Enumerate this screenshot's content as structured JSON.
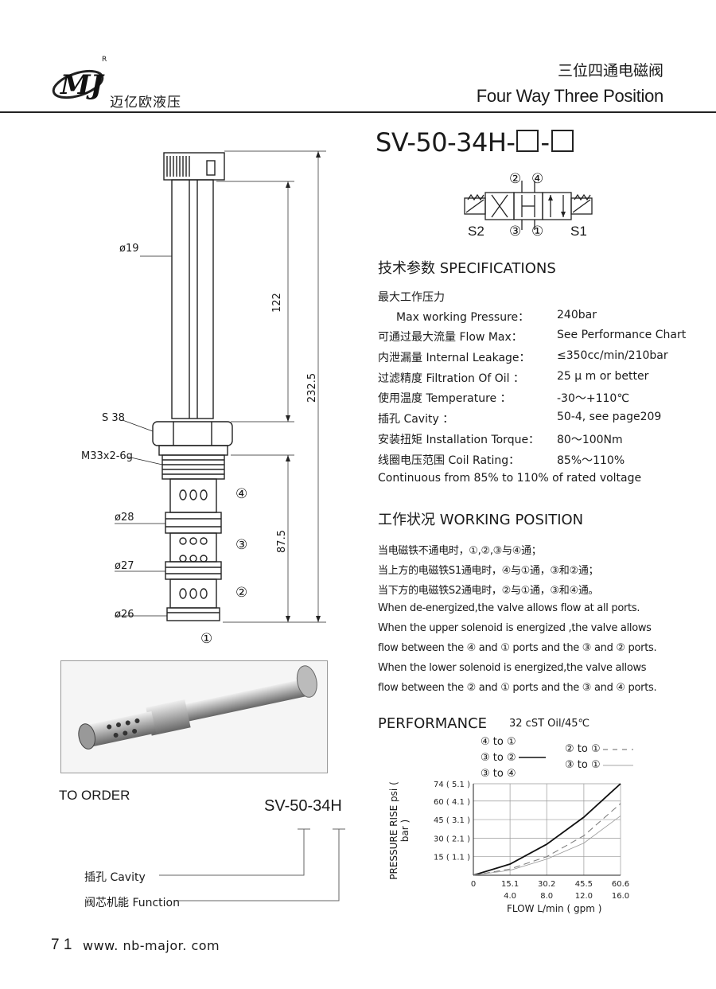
{
  "header": {
    "logo_mark": "MJ",
    "logo_registered": "R",
    "company": "迈亿欧液压",
    "title_cn": "三位四通电磁阀",
    "title_en": "Four Way Three Position"
  },
  "model": {
    "prefix": "SV-50-34H-",
    "sep": "-"
  },
  "symbol": {
    "port2": "②",
    "port4": "④",
    "port3": "③",
    "port1": "①",
    "s2": "S2",
    "s1": "S1"
  },
  "specifications": {
    "title": "技术参数 SPECIFICATIONS",
    "rows": [
      {
        "label": "最大工作压力",
        "value": ""
      },
      {
        "label": "Max working Pressure：",
        "value": "240bar"
      },
      {
        "label": "可通过最大流量 Flow Max：",
        "value": "See Performance Chart"
      },
      {
        "label": "内泄漏量 Internal Leakage：",
        "value": "≤350cc/min/210bar"
      },
      {
        "label": "过滤精度 Filtration Of Oil ：",
        "value": "25 μ m or better"
      },
      {
        "label": "使用温度 Temperature ：",
        "value": "-30～+110℃"
      },
      {
        "label": "插孔 Cavity ：",
        "value": "50-4, see page209"
      },
      {
        "label": "安装扭矩 Installation Torque：",
        "value": "80～100Nm"
      },
      {
        "label": "线圈电压范围 Coil Rating：",
        "value": "85%～110%"
      },
      {
        "label": "Continuous from 85% to 110% of rated voltage",
        "value": ""
      }
    ]
  },
  "working_position": {
    "title": "工作状况 WORKING POSITION",
    "lines": [
      "当电磁铁不通电时，①,②,③与④通；",
      "当上方的电磁铁S1通电时，④与①通，③和②通；",
      "当下方的电磁铁S2通电时，②与①通，③和④通。",
      "When de-energized,the valve allows flow at all ports.",
      "When the upper solenoid is energized ,the valve allows",
      "flow between the ④ and ① ports and the ③ and ② ports.",
      "When the lower solenoid is energized,the valve allows",
      "flow between the ② and ① ports and the ③ and ④ ports."
    ]
  },
  "drawing": {
    "d19": "ø19",
    "s38": "S 38",
    "thread": "M33x2-6g",
    "d28": "ø28",
    "d27": "ø27",
    "d26": "ø26",
    "dim122": "122",
    "dim2325": "232.5",
    "dim875": "87.5",
    "p4": "④",
    "p3": "③",
    "p2": "②",
    "p1": "①"
  },
  "order": {
    "title": "TO ORDER",
    "code": "SV-50-34H",
    "cavity": "插孔 Cavity",
    "function": "阀芯机能  Function"
  },
  "performance": {
    "title": "PERFORMANCE",
    "condition": "32 cST Oil/45℃",
    "legend_a": [
      "④ to ①",
      "③ to ②",
      "③ to ④"
    ],
    "legend_b": [
      "② to ①",
      "③ to ①"
    ]
  },
  "chart_data": {
    "type": "line",
    "xlabel": "FLOW L/min ( gpm )",
    "ylabel": "PRESSURE RISE psi ( bar )",
    "x_ticks": [
      "0",
      "15.1",
      "30.2",
      "45.5",
      "60.6"
    ],
    "x_ticks_gpm": [
      "4.0",
      "8.0",
      "12.0",
      "16.0"
    ],
    "y_ticks": [
      "15 ( 1.1 )",
      "30 ( 2.1 )",
      "45 ( 3.1 )",
      "60 ( 4.1 )",
      "74 ( 5.1 )"
    ],
    "xlim": [
      0,
      60.6
    ],
    "ylim": [
      0,
      74
    ],
    "grid": true,
    "series": [
      {
        "name": "④ to ①",
        "style": "solid",
        "x": [
          0,
          15.1,
          30.2,
          45.5,
          60.6
        ],
        "y": [
          0,
          9,
          25,
          47,
          74
        ]
      },
      {
        "name": "② to ①",
        "style": "dashed",
        "x": [
          0,
          15.1,
          30.2,
          45.5,
          60.6
        ],
        "y": [
          0,
          5,
          15,
          32,
          58
        ]
      },
      {
        "name": "③ to ①",
        "style": "thin",
        "x": [
          0,
          15.1,
          30.2,
          45.5,
          60.6
        ],
        "y": [
          0,
          4,
          13,
          26,
          48
        ]
      }
    ]
  },
  "footer": {
    "page": "7 1",
    "url": "www. nb-major. com"
  }
}
